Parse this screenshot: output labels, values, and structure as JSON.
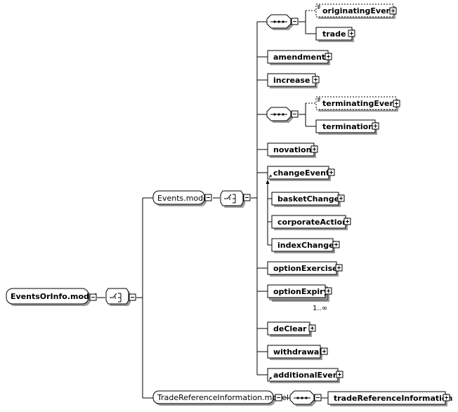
{
  "nodes": {
    "root": "EventsOrInfo.model",
    "events_model": "Events.model",
    "originating_event": "originatingEvent",
    "trade": "trade",
    "amendment": "amendment",
    "increase": "increase",
    "terminating_event": "terminatingEvent",
    "termination": "termination",
    "novation": "novation",
    "change_event": "changeEvent",
    "basket_change": "basketChange",
    "corporate_action": "corporateAction",
    "index_change": "indexChange",
    "option_exercise": "optionExercise",
    "option_expiry": "optionExpiry",
    "option_expiry_cardinality": "1..∞",
    "de_clear": "deClear",
    "withdrawal": "withdrawal",
    "additional_event": "additionalEvent",
    "trade_reference_information_model": "TradeReferenceInformation.model",
    "trade_reference_information": "tradeReferenceInformation"
  }
}
